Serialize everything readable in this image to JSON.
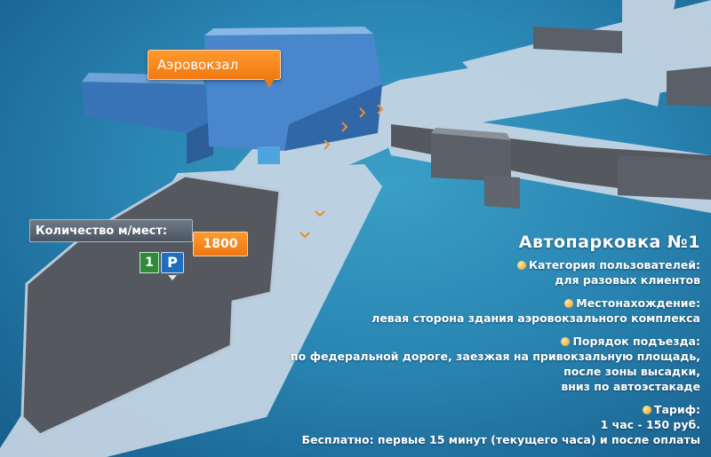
{
  "map": {
    "terminal_label": "Аэровокзал",
    "parking_capacity_label": "Количество м/мест:",
    "parking_capacity_value": "1800",
    "parking_sign_number": "1",
    "parking_sign_letter": "P"
  },
  "info": {
    "title": "Автопарковка №1",
    "sections": [
      {
        "head": "Категория пользователей:",
        "lines": [
          "для разовых клиентов"
        ]
      },
      {
        "head": "Местонахождение:",
        "lines": [
          "левая сторона здания аэровокзального комплекса"
        ]
      },
      {
        "head": "Порядок подъезда:",
        "lines": [
          "по федеральной дороге, заезжая на привокзальную площадь,",
          "после зоны высадки,",
          "вниз по автоэстакаде"
        ]
      },
      {
        "head": "Тариф:",
        "lines": [
          "1 час - 150 руб.",
          "Бесплатно: первые 15 минут (текущего часа) и после оплаты"
        ]
      }
    ]
  },
  "colors": {
    "background": "#2a86b3",
    "accent_orange": "#f07a12",
    "parking_lot": "#55585e",
    "road": "#c9d8e6",
    "building": "#3f7fc4"
  }
}
